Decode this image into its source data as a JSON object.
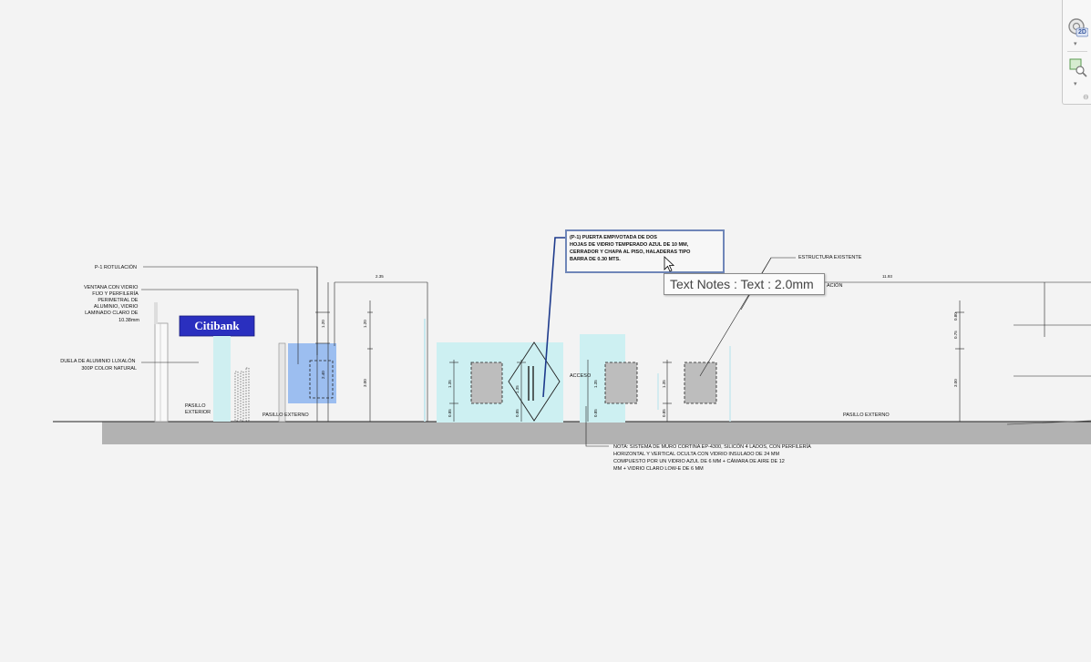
{
  "drawing": {
    "sign_text": "Citibank",
    "labels": {
      "rotulacion": "P-1 ROTULACIÓN",
      "ventana": [
        "VENTANA CON VIDRIO",
        "FIJO Y PERFILERÍA",
        "PERIMETRAL DE",
        "ALUMINIO, VIDRIO",
        "LAMINADO CLARO DE",
        "10.38mm"
      ],
      "duela": [
        "DUELA DE ALUMINIO LUXALÓN",
        "300P COLOR NATURAL"
      ],
      "pasillo_exterior": [
        "PASILLO",
        "EXTERIOR"
      ],
      "pasillo_externo_left": "PASILLO EXTERNO",
      "pasillo_externo_right": "PASILLO EXTERNO",
      "acceso": "ACCESO",
      "estructura": "ESTRUCTURA EXISTENTE",
      "rotulacion_right": "ACIÓN"
    },
    "door_note": [
      "(P-1) PUERTA EMPIVOTADA DE DOS",
      "HOJAS DE VIDRIO TEMPERADO AZUL DE 10 MM,",
      "CERRADOR Y CHAPA AL PISO, HALADERAS TIPO",
      "BARRA DE 0.30 MTS."
    ],
    "bottom_note": [
      "NOTA: SISTEMA DE MURO CORTINA EP-4300, SILICÓN 4 LADOS, CON PERFILERÍA",
      "HORIZONTAL Y VERTICAL OCULTA CON VIDRIO INSULADO DE 24 MM",
      "COMPUESTO POR UN VIDRIO AZUL DE 6 MM + CÁMARA DE AIRE DE 12",
      "MM + VIDRIO CLARO LOW-E DE 6 MM"
    ],
    "dims": {
      "d_top_left": "2.35",
      "d_top_right": "11.93",
      "d_v1": "1.20",
      "d_v2": "1.20",
      "d_v3": "2.40",
      "d_v4": "3.00",
      "d_v5": "1.35",
      "d_v6": "0.85",
      "d_v7": "1.35",
      "d_v8": "0.85",
      "d_v9": "1.35",
      "d_v10": "0.85",
      "d_v11": "1.35",
      "d_v12": "0.85",
      "d_v13": "0.80",
      "d_v14": "0.75",
      "d_v15": "3.00"
    }
  },
  "tooltip": {
    "text": "Text Notes : Text : 2.0mm"
  },
  "navigation": {
    "wheel_icon": "steering-wheel-icon",
    "zoom_icon": "zoom-region-icon",
    "wheel_badge": "2D"
  }
}
